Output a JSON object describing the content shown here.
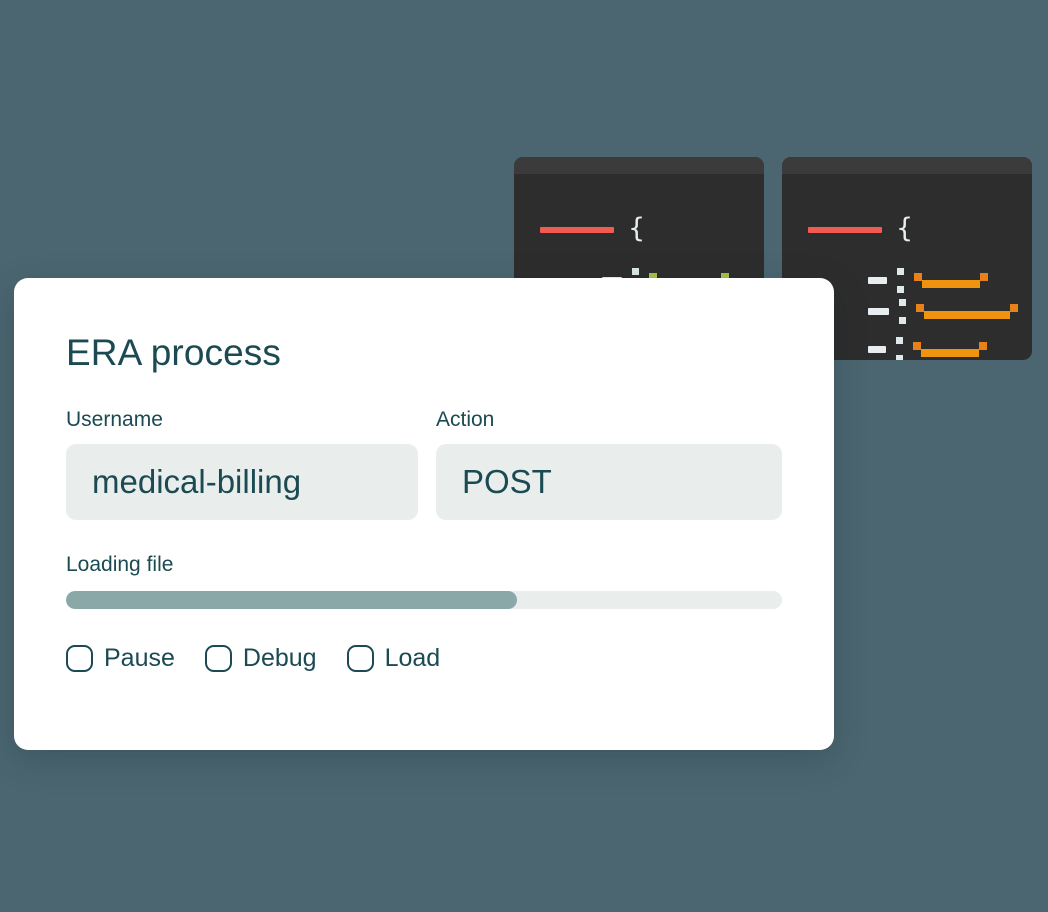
{
  "background_color": "#4b6670",
  "accent_color": "#1b4a52",
  "card": {
    "title": "ERA process",
    "fields": [
      {
        "name": "username",
        "label": "Username",
        "value": "medical-billing",
        "placeholder": "Username"
      },
      {
        "name": "action",
        "label": "Action",
        "value": "POST",
        "placeholder": "Action"
      }
    ],
    "progress": {
      "label": "Loading file",
      "percent": 63,
      "fill_color": "#8aa8a8",
      "track_color": "#e9eeed"
    },
    "checkboxes": [
      {
        "label": "Pause",
        "checked": false
      },
      {
        "label": "Debug",
        "checked": false
      },
      {
        "label": "Load",
        "checked": false
      }
    ]
  },
  "code_panels": [
    {
      "name": "code-panel-green",
      "titlebar_color": "#3b3b3b",
      "body_color": "#2d2d2d",
      "brace": "{",
      "key_color": "#e8eef0",
      "header_bar_color": "#f05b52",
      "value_color": "#b9d44a",
      "rows": 2
    },
    {
      "name": "code-panel-orange",
      "titlebar_color": "#3b3b3b",
      "body_color": "#2d2d2d",
      "brace": "{",
      "key_color": "#e8eef0",
      "header_bar_color": "#f05b52",
      "value_color": "#f0930f",
      "rows": 3
    }
  ]
}
